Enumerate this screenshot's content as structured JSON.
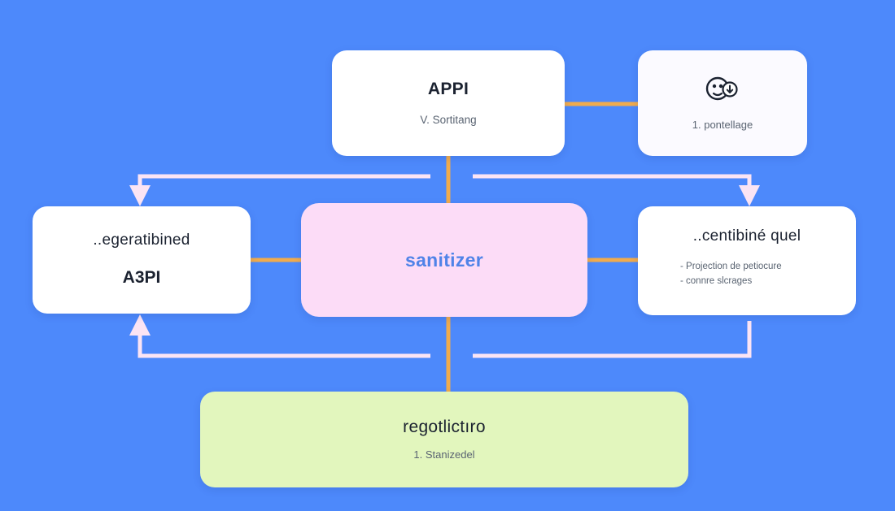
{
  "diagram": {
    "background_color": "#4d89fb",
    "accent_orange": "#f0ab4d",
    "connector_pink": "#fbe4f4",
    "nodes": {
      "appi": {
        "title": "APPI",
        "subtitle": "V. Sortitang",
        "fill": "#ffffff"
      },
      "pontellage": {
        "icon": "face-with-download-badge-icon",
        "label": "1. pontellage",
        "fill": "#fbfaff"
      },
      "left": {
        "title": "..egeratibined",
        "subtitle": "A3PI",
        "fill": "#ffffff"
      },
      "sanitizer": {
        "title": "sanitizer",
        "fill": "#fcdcf7",
        "text_color": "#4f83e8"
      },
      "right": {
        "title": "..centibiné quel",
        "bullets": [
          "- Projection de petiocure",
          "- connre slcrages"
        ],
        "fill": "#ffffff"
      },
      "bottom": {
        "title": "regotlictıro",
        "subtitle": "1. Stanizedel",
        "fill": "#e2f6bd"
      }
    }
  }
}
